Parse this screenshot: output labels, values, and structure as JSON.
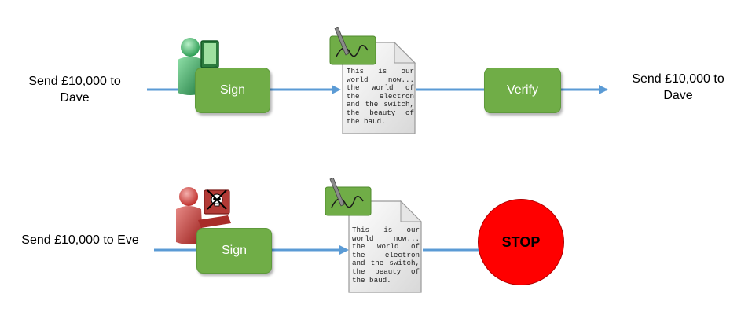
{
  "row1": {
    "input_message": "Send £10,000 to Dave",
    "sign_label": "Sign",
    "document_text": "This is our world now... the world of the electron and the switch, the beauty of the baud.",
    "verify_label": "Verify",
    "output_message": "Send £10,000 to Dave"
  },
  "row2": {
    "input_message": "Send £10,000 to Eve",
    "sign_label": "Sign",
    "document_text": "This is our world now... the world of the electron and the switch, the beauty of the baud.",
    "stop_label": "STOP"
  },
  "colors": {
    "arrow": "#5b9bd5",
    "box_green": "#70ad47",
    "signer_green": "#3cb371",
    "attacker_red": "#d9534f",
    "stop_red": "#ff0000"
  },
  "icons": [
    "user-with-laptop-icon",
    "attacker-with-skull-icon",
    "signed-document-icon",
    "signature-pen-icon"
  ]
}
